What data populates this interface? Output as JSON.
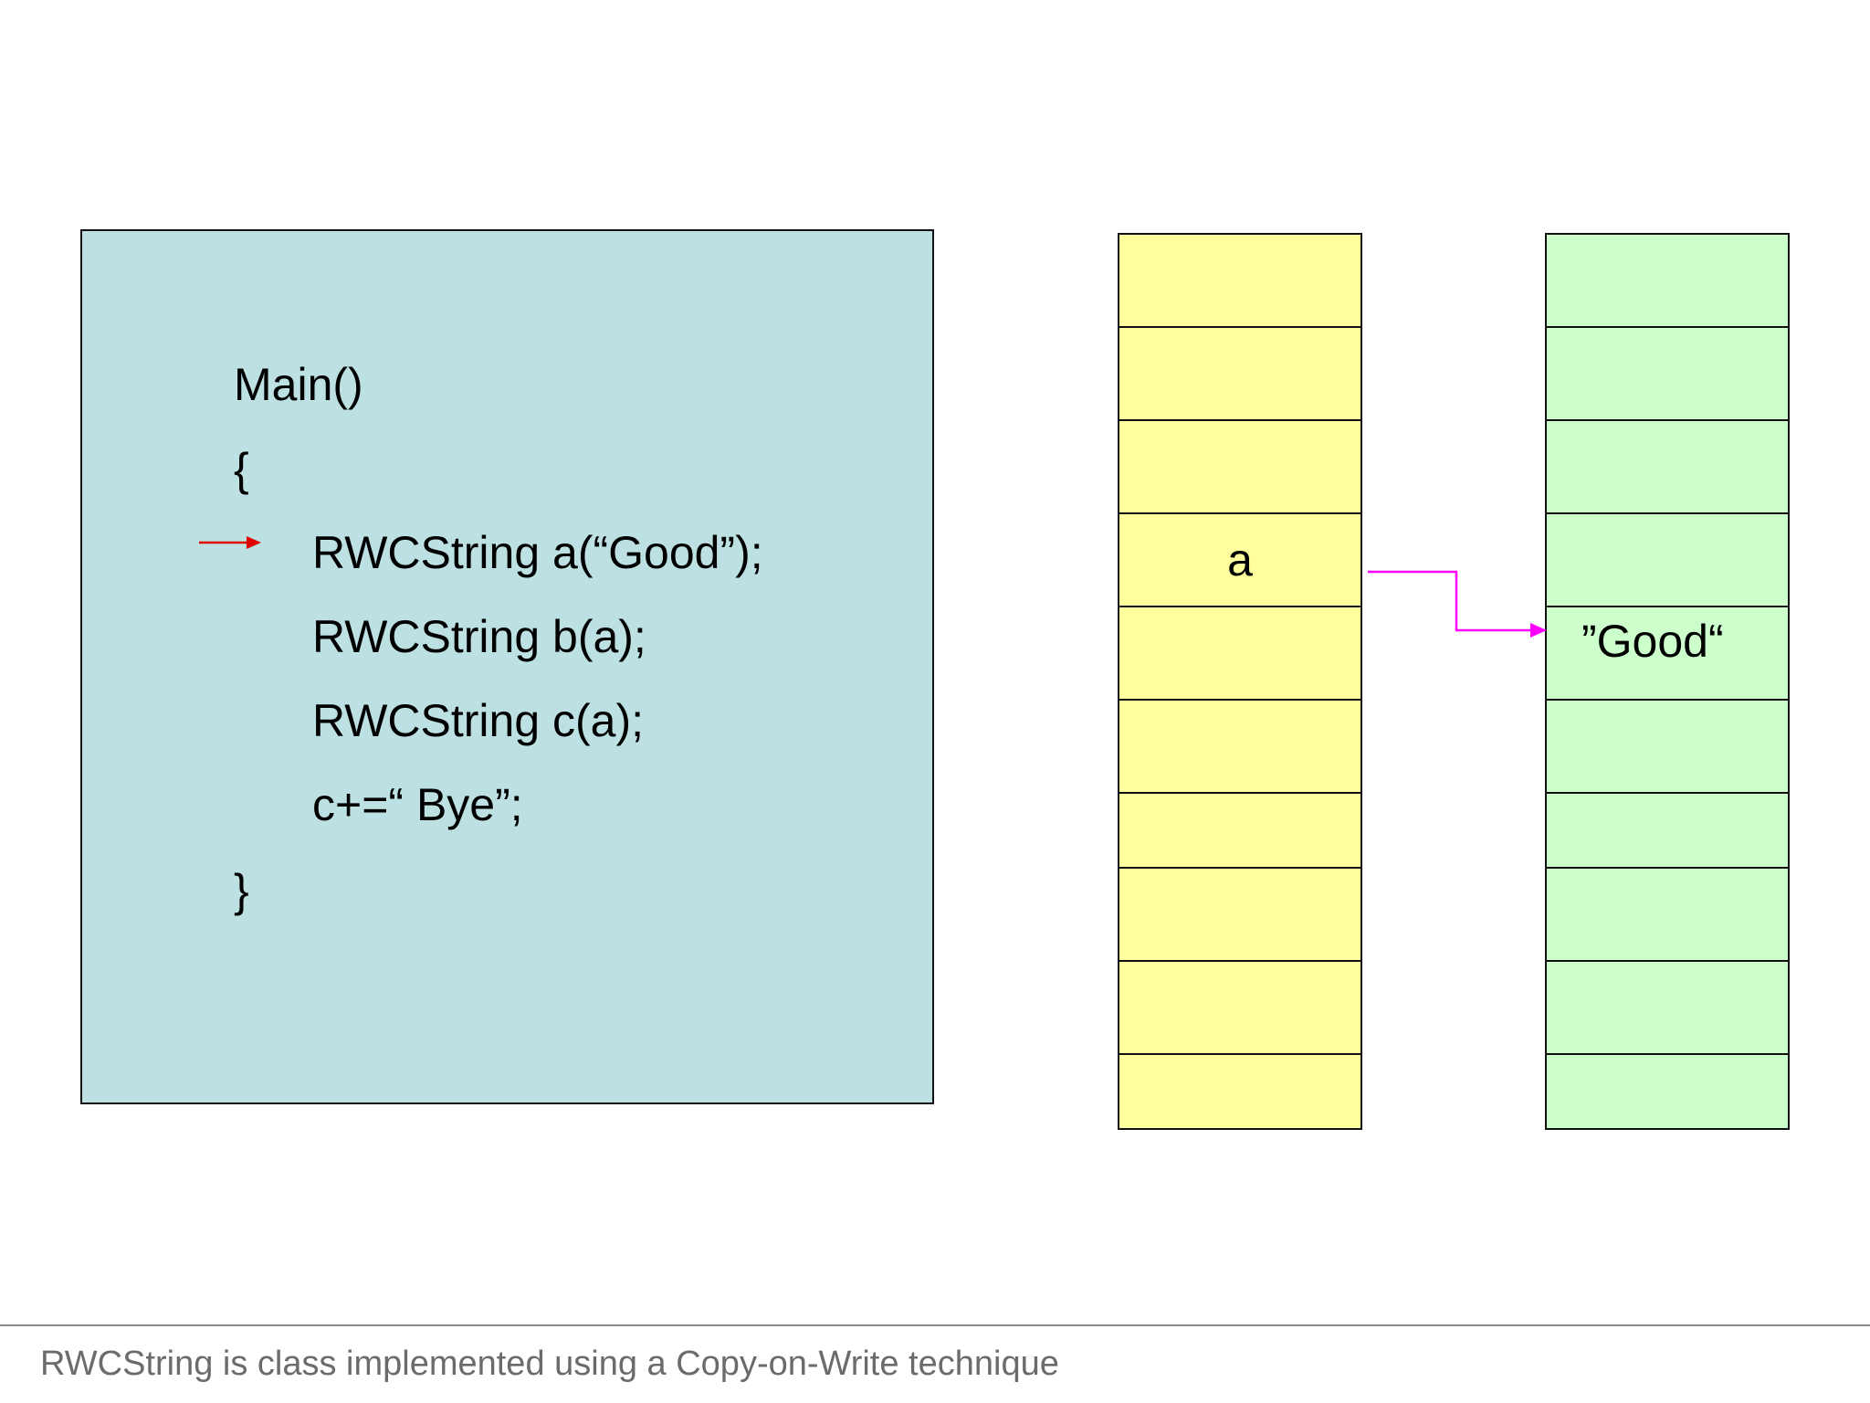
{
  "code": {
    "lines": [
      "Main()",
      "{",
      "RWCString a(“Good”);",
      "RWCString b(a);",
      "RWCString c(a);",
      "c+=“ Bye”;",
      "}"
    ],
    "current_line_index": 2
  },
  "stack": {
    "cells": [
      "",
      "",
      "",
      "a",
      "",
      "",
      "",
      "",
      "",
      ""
    ]
  },
  "heap": {
    "cells": [
      "",
      "",
      "",
      "",
      "”Good“",
      "",
      "",
      "",
      "",
      ""
    ]
  },
  "colors": {
    "code_panel": "#bde0e3",
    "stack_cells": "#ffff9e",
    "heap_cells": "#ccffcc",
    "current_line_arrow": "#e00000",
    "pointer_arrow": "#ff00ff",
    "footer_text": "#6b6b6b"
  },
  "footer": {
    "text": "RWCString is class implemented using a Copy-on-Write technique"
  }
}
